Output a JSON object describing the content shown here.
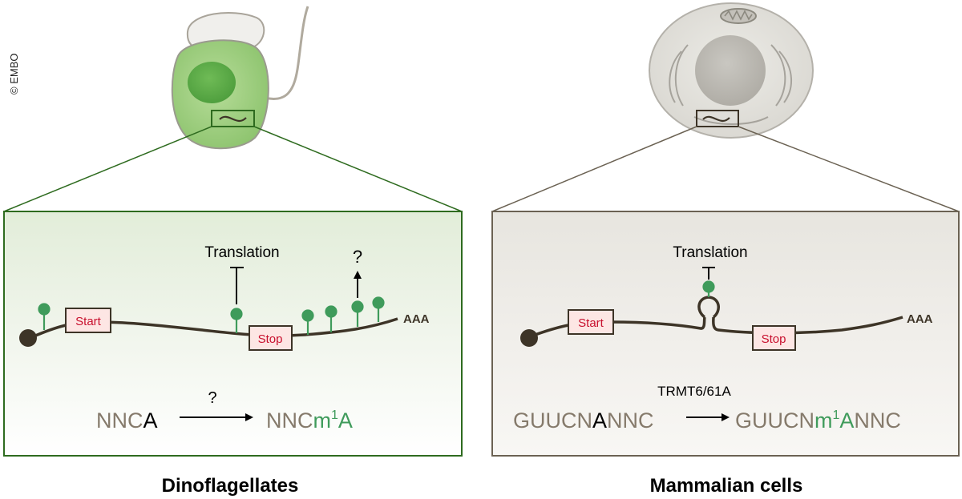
{
  "copyright": "© EMBO",
  "left_panel": {
    "title": "Dinoflagellates",
    "translation_label": "Translation",
    "question_top": "?",
    "start_label": "Start",
    "stop_label": "Stop",
    "polya_label": "AAA",
    "reaction": {
      "substrate_prefix": "NNC",
      "substrate_base": "A",
      "arrow_label": "?",
      "product_prefix": "NNC",
      "product_mod": "m",
      "product_sup": "1",
      "product_base": "A"
    }
  },
  "right_panel": {
    "title": "Mammalian cells",
    "translation_label": "Translation",
    "start_label": "Start",
    "stop_label": "Stop",
    "polya_label": "AAA",
    "reaction": {
      "enzyme_label": "TRMT6/61A",
      "substrate_prefix": "GUUCN",
      "substrate_base": "A",
      "substrate_suffix": "NNC",
      "product_prefix": "GUUCN",
      "product_mod": "m",
      "product_sup": "1",
      "product_base": "A",
      "product_suffix": "NNC"
    }
  },
  "colors": {
    "dino_border": "#2e6b1f",
    "mammal_border": "#6b6253",
    "mrna": "#3d3427",
    "modification": "#3f9b5b",
    "box_text": "#c8102e",
    "box_fill": "#fde6e4",
    "grey_text": "#857a6b"
  }
}
